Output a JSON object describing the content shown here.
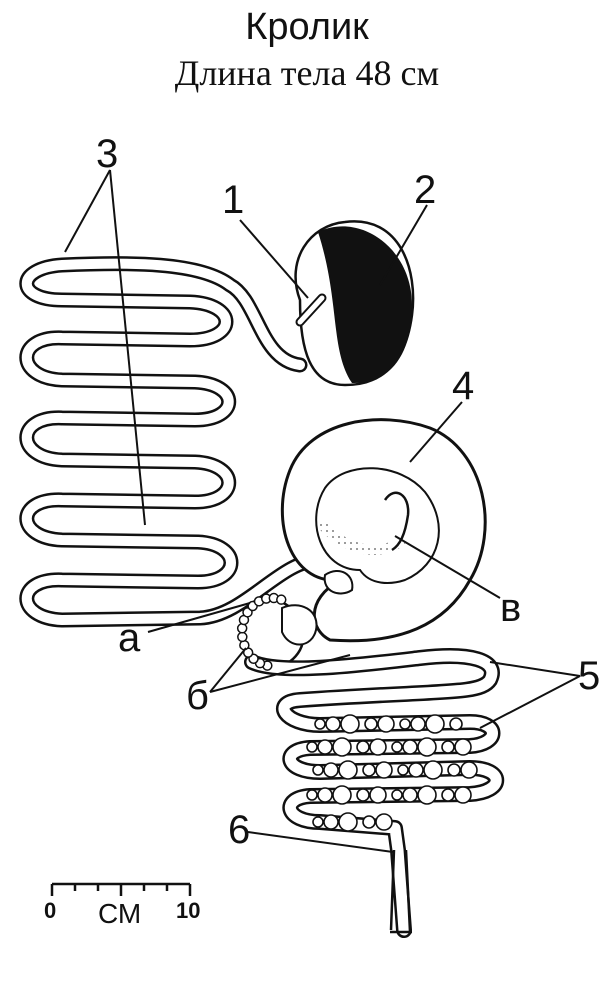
{
  "title": "Кролик",
  "subtitle": "Длина тела 48 см",
  "labels": {
    "n1": "1",
    "n2": "2",
    "n3": "3",
    "n4": "4",
    "n5": "5",
    "n6": "6",
    "a": "а",
    "b": "б",
    "v": "в"
  },
  "scale_bar": {
    "start": "0",
    "end": "10",
    "unit": "СМ"
  }
}
